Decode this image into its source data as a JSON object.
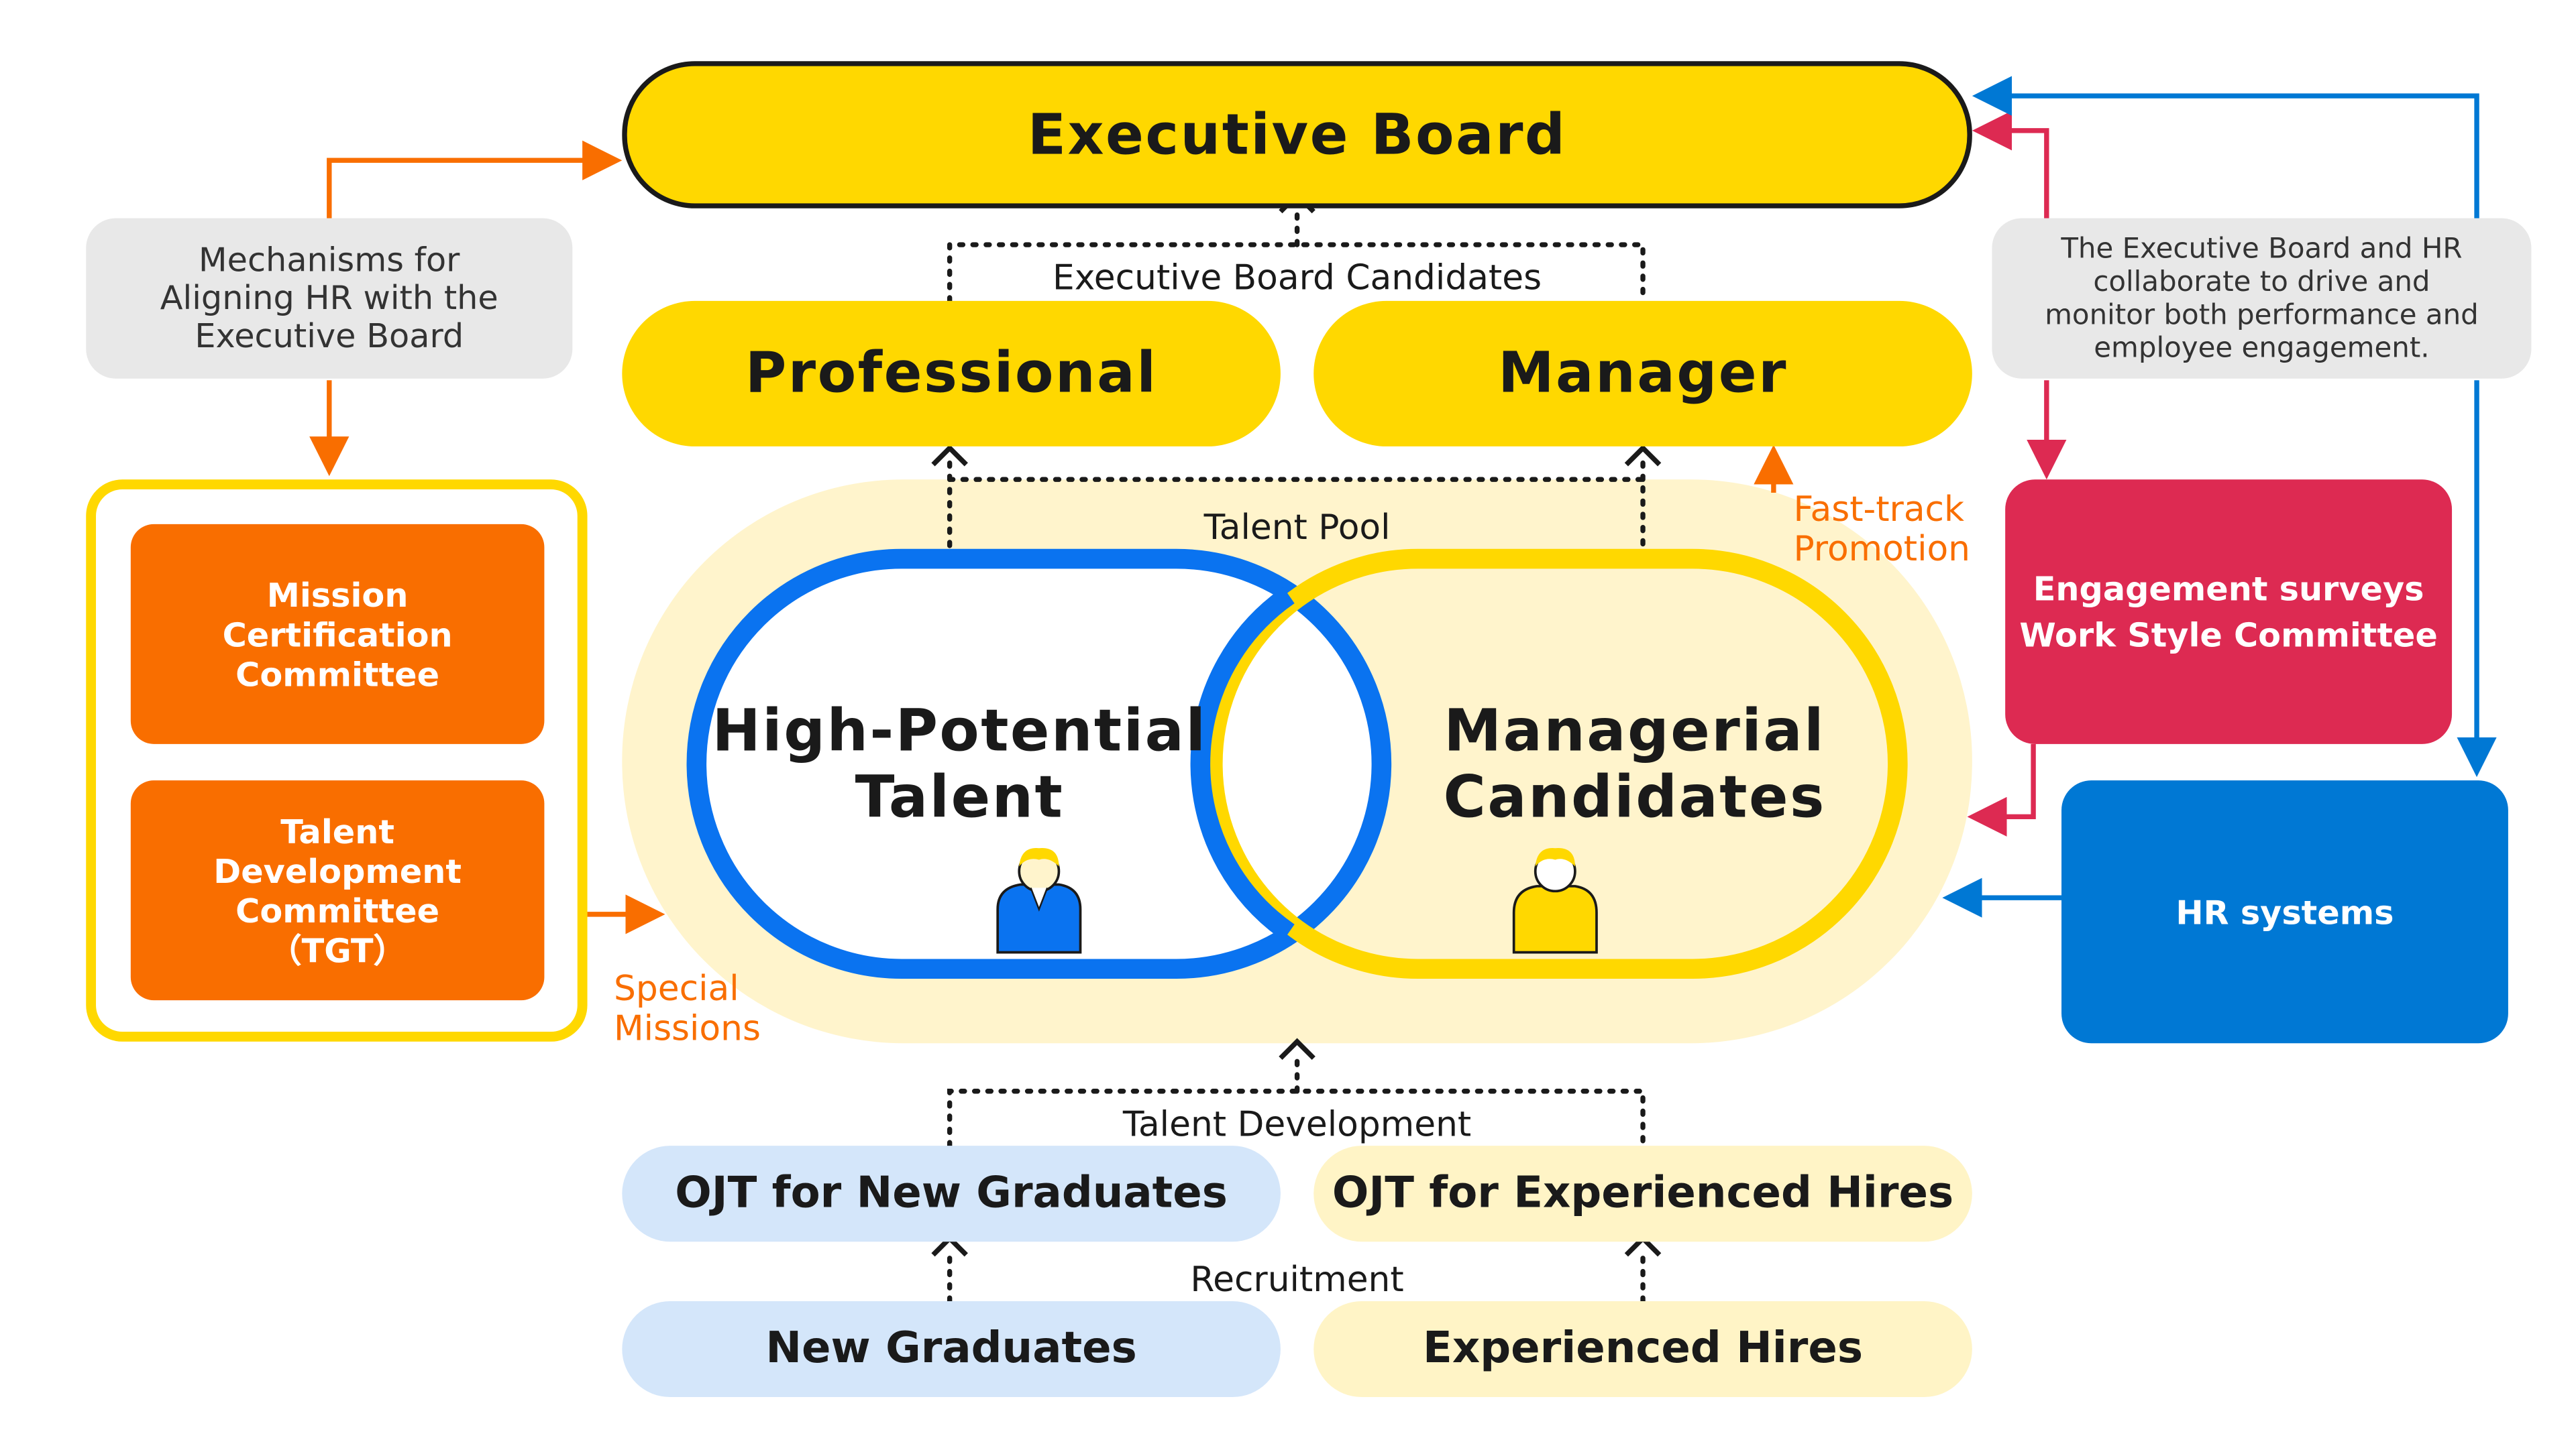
{
  "executive_board": "Executive Board",
  "executive_board_candidates": "Executive Board Candidates",
  "professional": "Professional",
  "manager": "Manager",
  "talent_pool": "Talent Pool",
  "fast_track_promotion": "Fast-track\nPromotion",
  "high_potential_talent": "High-Potential\nTalent",
  "managerial_candidates": "Managerial\nCandidates",
  "special_missions": "Special\nMissions",
  "talent_development": "Talent Development",
  "ojt_new_graduates": "OJT for  New Graduates",
  "ojt_experienced_hires": "OJT for Experienced Hires",
  "recruitment": "Recruitment",
  "new_graduates": "New Graduates",
  "experienced_hires": "Experienced Hires",
  "mechanisms_note": "Mechanisms for\nAligning HR with the\nExecutive Board",
  "mission_certification_committee": "Mission\nCertification\nCommittee",
  "talent_development_committee": "Talent\nDevelopment\nCommittee\n（TGT）",
  "collaboration_note": "The Executive Board and HR\ncollaborate to drive and\nmonitor both performance and\nemployee engagement.",
  "engagement_box": "Engagement surveys\nWork Style Committee",
  "hr_systems": "HR systems",
  "colors": {
    "yellow": "#FFD800",
    "orange": "#F96E00",
    "pink": "#DD2A52",
    "blue": "#0078D4",
    "venn_blue": "#0A73F0",
    "pool_fill": "#FFF4CC",
    "light_blue": "#D4E6FA",
    "light_yellow": "#FFF4C6"
  },
  "icons": [
    "person-suit-icon",
    "person-casual-icon"
  ]
}
